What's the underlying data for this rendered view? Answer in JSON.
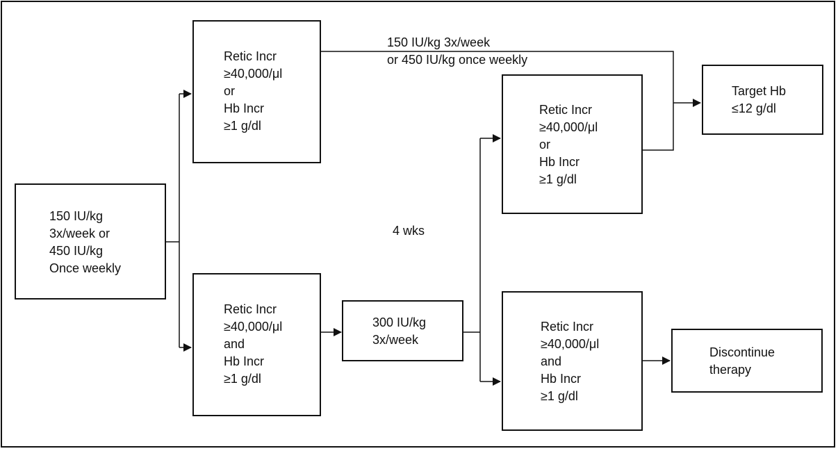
{
  "nodes": {
    "start": {
      "lines": [
        "150 IU/kg",
        "3x/week or",
        "450 IU/kg",
        "Once weekly"
      ]
    },
    "response_top": {
      "lines": [
        "Retic Incr",
        "≥40,000/μl",
        "or",
        "Hb Incr",
        "≥1 g/dl"
      ]
    },
    "no_response_bottom": {
      "lines": [
        "Retic Incr",
        "≥40,000/μl",
        "and",
        "Hb Incr",
        "≥1 g/dl"
      ]
    },
    "dose_increase": {
      "lines": [
        "300 IU/kg",
        "3x/week"
      ]
    },
    "response_second": {
      "lines": [
        "Retic Incr",
        "≥40,000/μl",
        "or",
        "Hb Incr",
        "≥1 g/dl"
      ]
    },
    "no_response_second": {
      "lines": [
        "Retic Incr",
        "≥40,000/μl",
        "and",
        "Hb Incr",
        "≥1 g/dl"
      ]
    },
    "target": {
      "lines": [
        "Target Hb",
        "≤12 g/dl"
      ]
    },
    "discontinue": {
      "lines": [
        "Discontinue",
        "therapy"
      ]
    }
  },
  "labels": {
    "maintenance_line1": "150 IU/kg 3x/week",
    "maintenance_line2": "or 450 IU/kg once weekly",
    "interval": "4 wks"
  }
}
